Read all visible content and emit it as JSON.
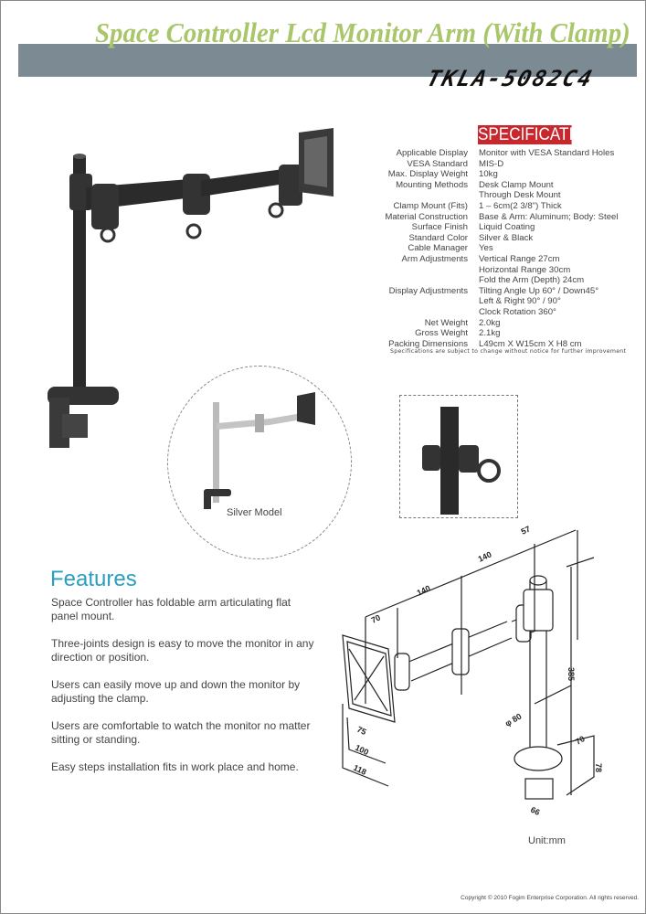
{
  "header": {
    "title": "Space Controller Lcd Monitor Arm (With Clamp)",
    "model": "TKLA-5082C4"
  },
  "spec": {
    "heading": "SPECIFICATION",
    "rows": [
      {
        "label": "Applicable Display",
        "value": "Monitor with VESA Standard Holes"
      },
      {
        "label": "VESA Standard",
        "value": "MIS-D"
      },
      {
        "label": "Max. Display Weight",
        "value": "10kg"
      },
      {
        "label": "Mounting Methods",
        "value": "Desk Clamp Mount"
      },
      {
        "label": "",
        "value": "Through Desk Mount"
      },
      {
        "label": "Clamp Mount (Fits)",
        "value": "1 – 6cm(2 3/8\") Thick"
      },
      {
        "label": "Material Construction",
        "value": "Base & Arm: Aluminum; Body: Steel"
      },
      {
        "label": "Surface Finish",
        "value": "Liquid Coating"
      },
      {
        "label": "Standard Color",
        "value": "Silver & Black"
      },
      {
        "label": "Cable Manager",
        "value": "Yes"
      },
      {
        "label": "Arm Adjustments",
        "value": "Vertical Range      27cm"
      },
      {
        "label": "",
        "value": "Horizontal Range   30cm"
      },
      {
        "label": "",
        "value": "Fold the  Arm (Depth)   24cm"
      },
      {
        "label": "Display Adjustments",
        "value": "Tilting Angle    Up 60° / Down45°"
      },
      {
        "label": "",
        "value": "Left & Right     90° / 90°"
      },
      {
        "label": "",
        "value": "Clock Rotation     360°"
      },
      {
        "label": "Net Weight",
        "value": "2.0kg"
      },
      {
        "label": "Gross Weight",
        "value": "2.1kg"
      },
      {
        "label": "Packing Dimensions",
        "value": "L49cm  X  W15cm  X  H8 cm"
      }
    ],
    "note": "Specifications are subject to change without notice for further improvement"
  },
  "silver_model_label": "Silver Model",
  "features": {
    "heading": "Features",
    "items": [
      "Space Controller has foldable arm articulating flat panel mount.",
      "Three-joints design is easy to move the monitor in any direction or position.",
      "Users can easily move up and down the monitor by adjusting  the clamp.",
      "Users are comfortable to watch the monitor no matter sitting or standing.",
      "Easy steps installation fits in work place and home."
    ]
  },
  "diagram": {
    "dims": [
      "70",
      "140",
      "140",
      "57",
      "385",
      "φ 80",
      "75",
      "100",
      "118",
      "70",
      "78",
      "66"
    ],
    "unit": "Unit:mm"
  },
  "footer": {
    "copyright": "Copyright © 2010  Fogim Enterprise Corporation. All rights reserved."
  },
  "colors": {
    "title": "#a9c66a",
    "bar": "#7b8a93",
    "spec_heading": "#c8282d",
    "features_heading": "#2a9fc0"
  }
}
